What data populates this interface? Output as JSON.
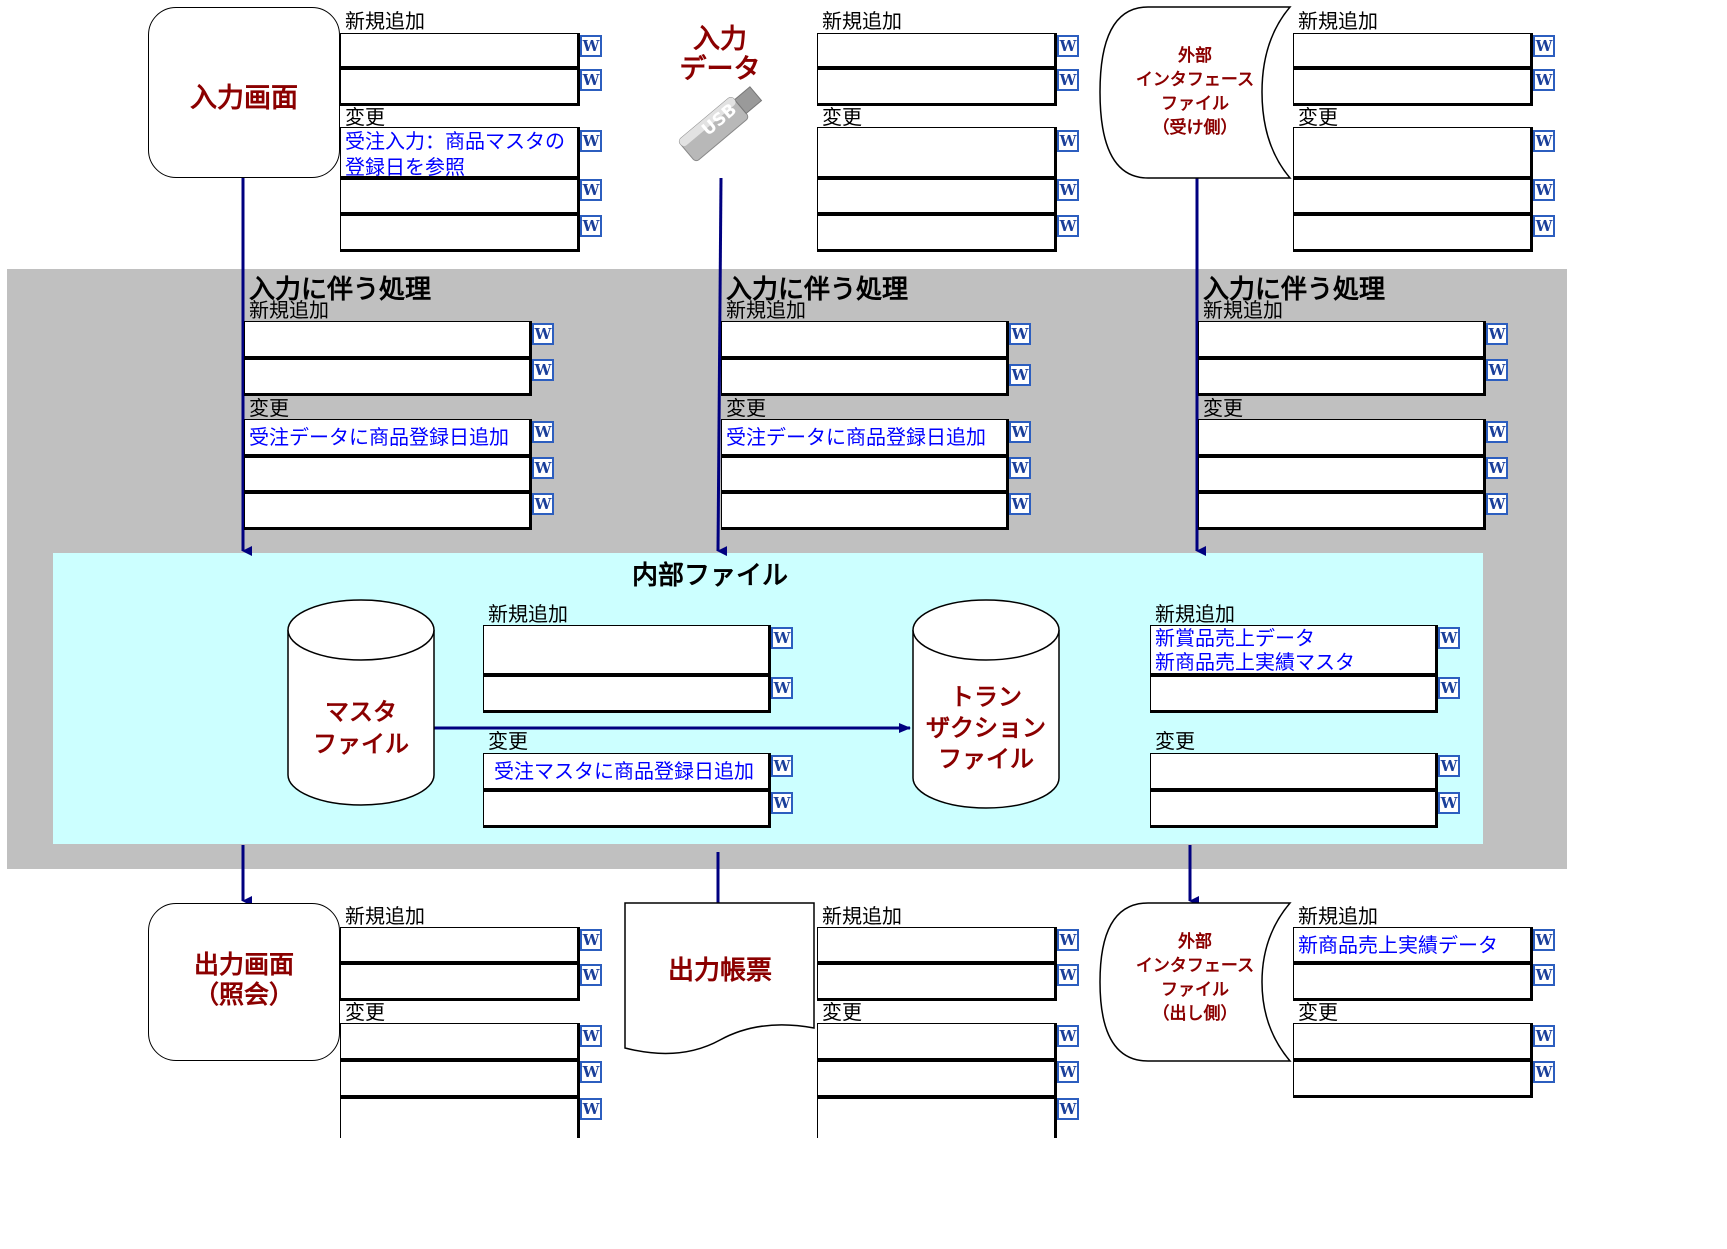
{
  "labels": {
    "new": "新規追加",
    "change": "変更",
    "process_heading": "入力に伴う処理",
    "w": "W"
  },
  "top": {
    "input_screen": {
      "title": "入力画面",
      "change_row1": "受注入力：商品マスタの\n登録日を参照"
    },
    "input_data": {
      "title": "入力\nデータ",
      "usb": "USB"
    },
    "external_in": {
      "title": "外部\nインタフェース\nファイル\n（受け側）"
    }
  },
  "process": {
    "left": {
      "change_row1": "受注データに商品登録日追加"
    },
    "middle": {
      "change_row1": "受注データに商品登録日追加"
    },
    "right": {
      "change_row1": ""
    }
  },
  "internal": {
    "title": "内部ファイル",
    "master": "マスタ\nファイル",
    "transaction": "トラン\nザクション\nファイル",
    "mid_change_row1": "受注マスタに商品登録日追加",
    "right_new_row1": "新賞品売上データ\n新商品売上実績マスタ"
  },
  "bottom": {
    "output_screen": {
      "title": "出力画面\n（照会）"
    },
    "output_report": {
      "title": "出力帳票"
    },
    "external_out": {
      "title": "外部\nインタフェース\nファイル\n（出し側）",
      "new_row1": "新商品売上実績データ"
    }
  }
}
